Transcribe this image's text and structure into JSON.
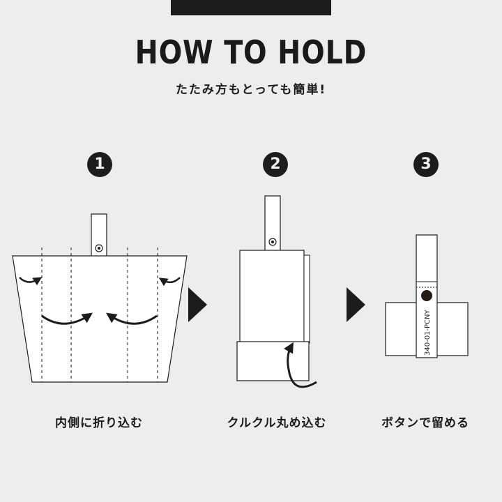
{
  "header": {
    "title": "HOW TO HOLD",
    "subtitle": "たたみ方もとっても簡単!"
  },
  "steps": [
    {
      "number": "1",
      "caption": "内側に折り込む"
    },
    {
      "number": "2",
      "caption": "クルクル丸め込む"
    },
    {
      "number": "3",
      "caption": "ボタンで留める"
    }
  ],
  "product_label": "340-01-PCNY",
  "colors": {
    "background": "#ededed",
    "ink": "#1c1c1c",
    "bag": "#ffffff"
  },
  "icons": [
    "arrow-right-icon",
    "curved-arrow-icon",
    "button-snap-icon"
  ]
}
